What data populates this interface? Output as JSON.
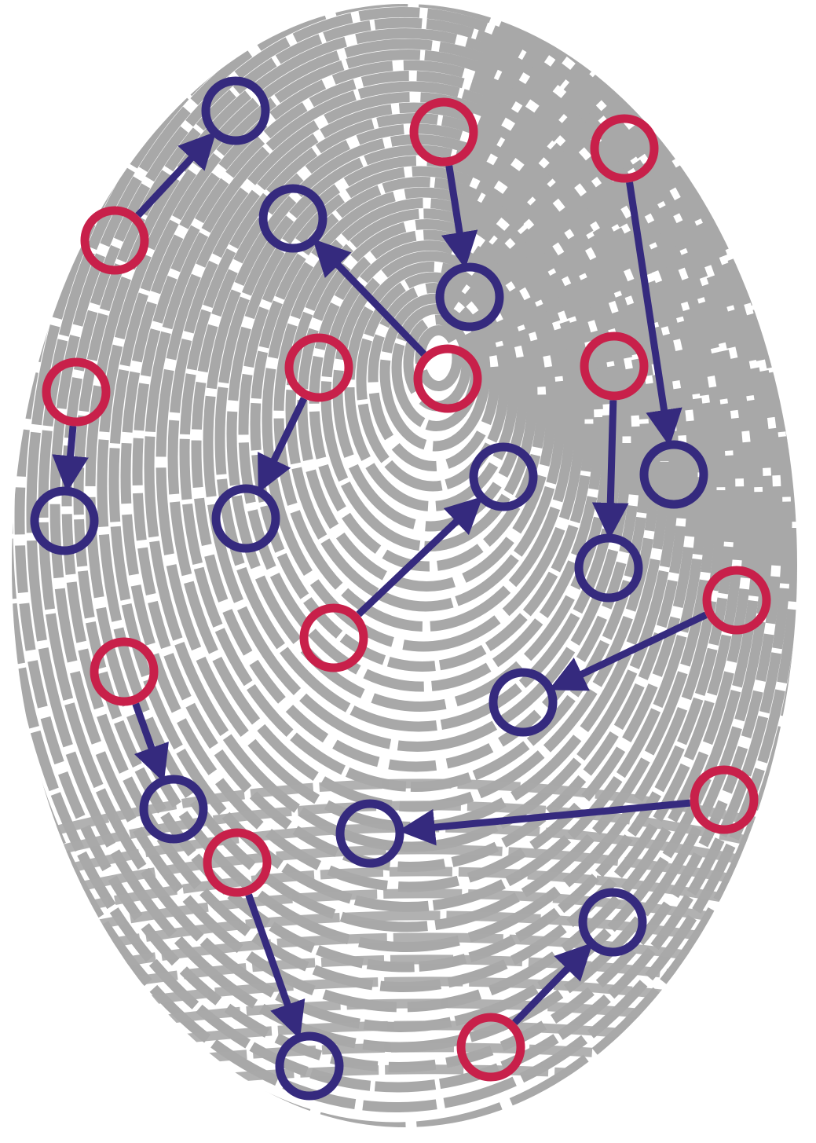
{
  "diagram": {
    "background_color": "#ffffff",
    "fingerprint_color": "#a8a8a8",
    "source_marker_color": "#c8204a",
    "target_marker_color": "#352a7e",
    "arrow_color": "#352a7e",
    "marker_shape": "ring",
    "connector_style": "arrow-from-red-to-blue",
    "pair_count": 13
  }
}
